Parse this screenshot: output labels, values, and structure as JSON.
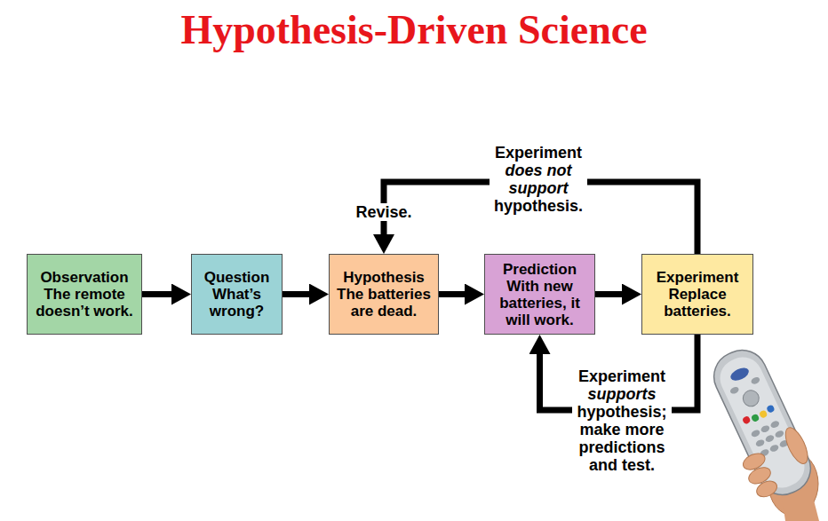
{
  "diagram": {
    "title": "Hypothesis-Driven Science",
    "nodes": [
      {
        "text": [
          "Observation",
          "The remote doesn’t work."
        ]
      },
      {
        "text": [
          "Question",
          "What’s wrong?"
        ]
      },
      {
        "text": [
          "Hypothesis",
          "The batteries are dead."
        ]
      },
      {
        "text": [
          "Prediction",
          "With new batteries, it will work."
        ]
      },
      {
        "text": [
          "Experiment",
          "Replace batteries."
        ]
      }
    ],
    "edges": [
      {
        "from": 0,
        "to": 1,
        "arrow": "to"
      },
      {
        "from": 1,
        "to": 2,
        "arrow": "to"
      },
      {
        "from": 2,
        "to": 3,
        "arrow": "to"
      },
      {
        "from": 3,
        "to": 4,
        "arrow": "to"
      },
      {
        "from": 4,
        "to": 2,
        "arrow": "to",
        "label": "Experiment does not support hypothesis."
      },
      {
        "from": 4,
        "to": 3,
        "arrow": "to",
        "label": "Experiment supports hypothesis; make more predictions and test."
      }
    ],
    "labels": [
      "Revise."
    ]
  }
}
